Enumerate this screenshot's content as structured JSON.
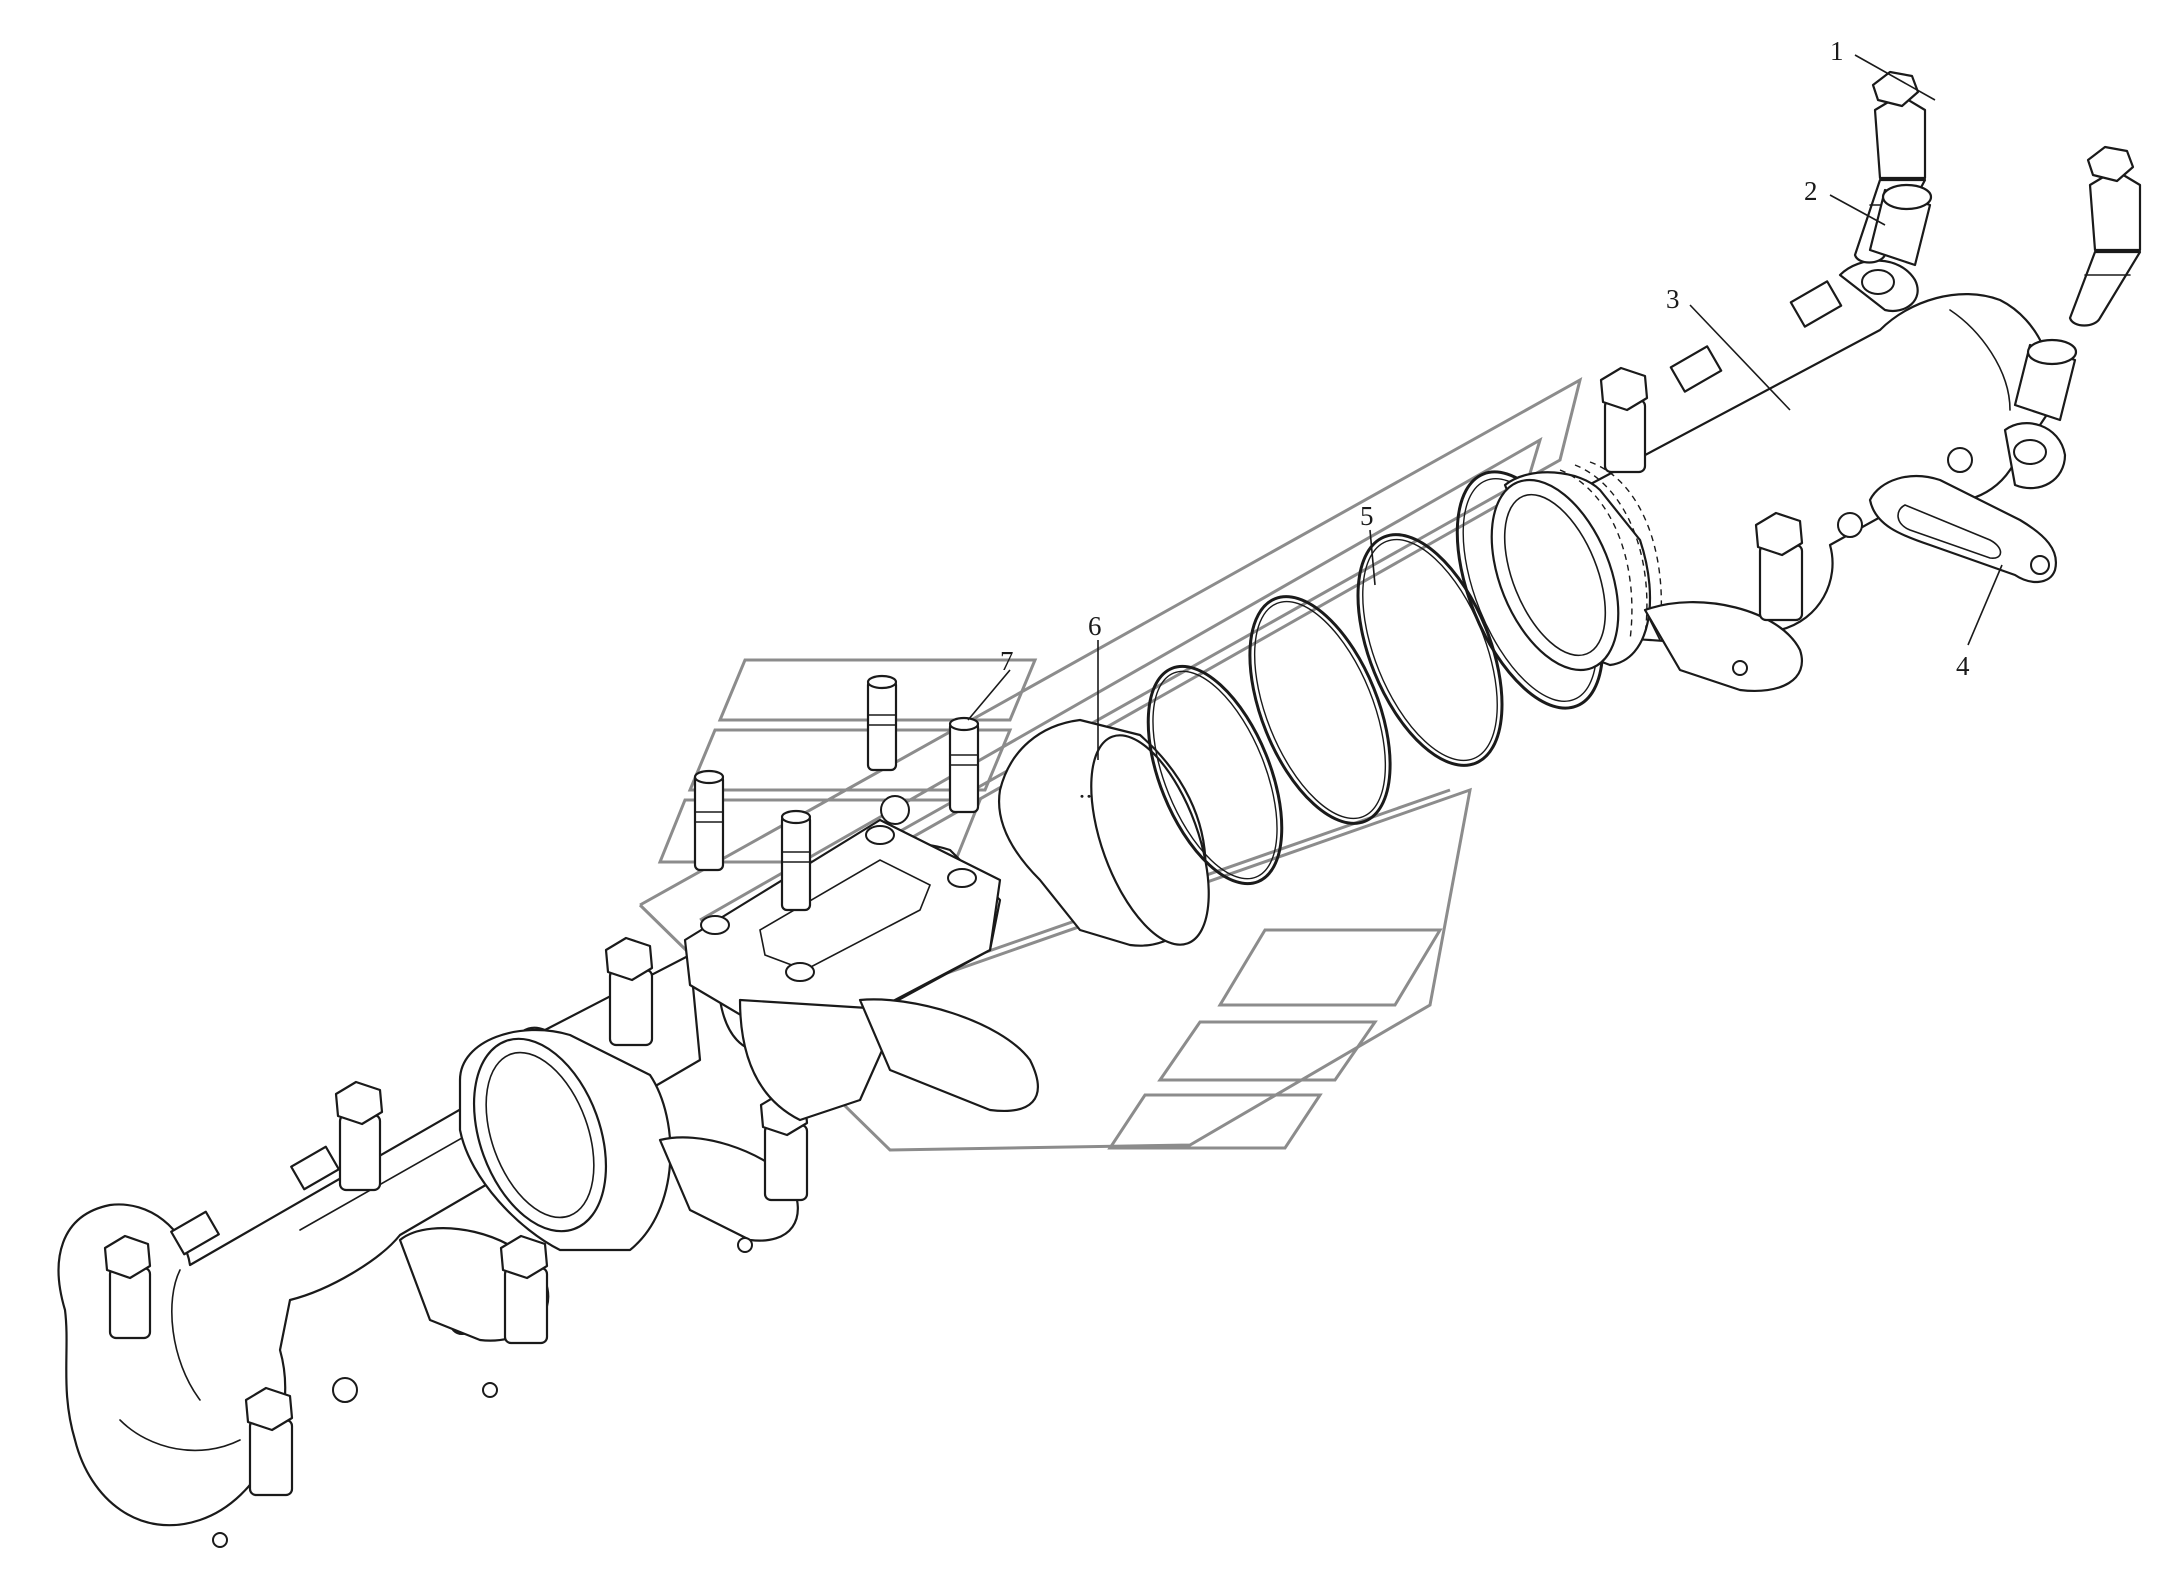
{
  "diagram": {
    "type": "exploded parts diagram",
    "subject": "exhaust manifold assembly",
    "callouts": [
      {
        "label": "1",
        "part": "bolt"
      },
      {
        "label": "2",
        "part": "spacer sleeve"
      },
      {
        "label": "3",
        "part": "rear exhaust manifold section"
      },
      {
        "label": "4",
        "part": "gasket"
      },
      {
        "label": "5",
        "part": "seal rings"
      },
      {
        "label": "6",
        "part": "center exhaust manifold section"
      },
      {
        "label": "7",
        "part": "stud"
      }
    ],
    "watermark": "logo",
    "colors": {
      "line": "#1a1a1a",
      "watermark": "#8c8c8c",
      "background": "#ffffff"
    }
  }
}
